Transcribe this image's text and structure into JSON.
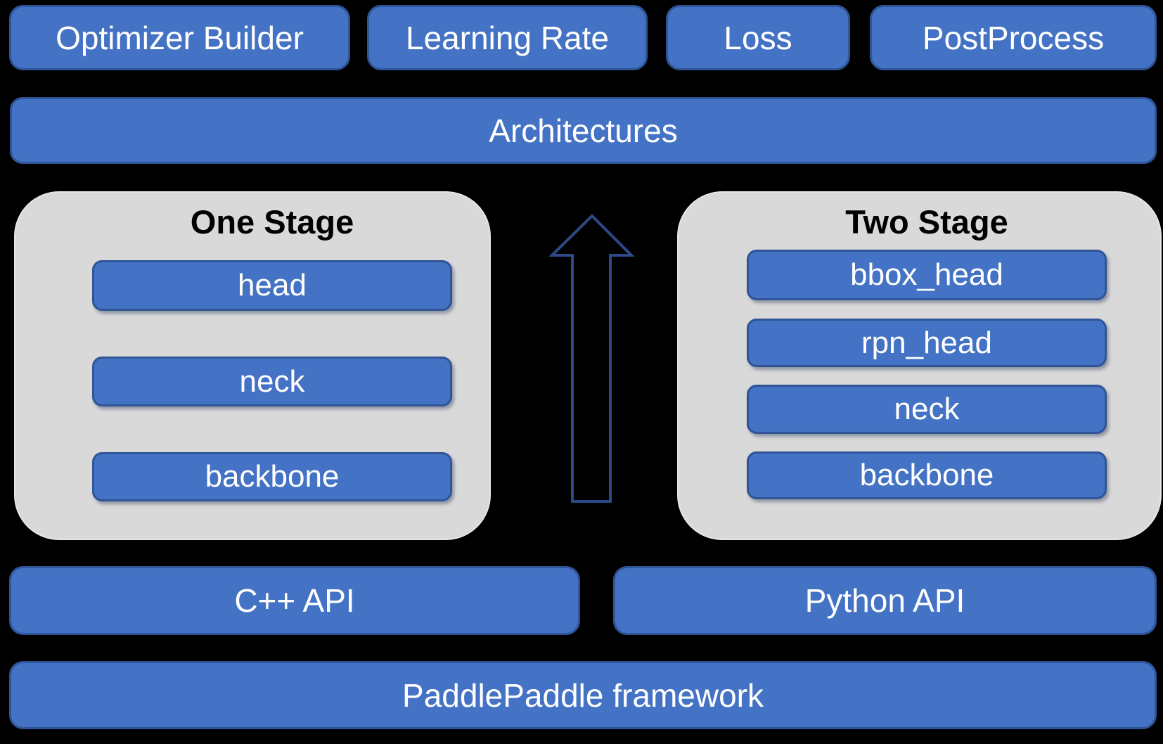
{
  "colors": {
    "background": "#000000",
    "box_fill": "#4472C4",
    "box_border": "#2F5597",
    "panel_fill": "#D9D9D9",
    "panel_border": "#E6E6E6",
    "arrow_stroke": "#2B4A87",
    "label_text": "#FFFFFF",
    "title_text": "#000000"
  },
  "top_row": {
    "items": [
      {
        "label": "Optimizer Builder"
      },
      {
        "label": "Learning Rate"
      },
      {
        "label": "Loss"
      },
      {
        "label": "PostProcess"
      }
    ]
  },
  "architectures": {
    "label": "Architectures"
  },
  "panels": {
    "one_stage": {
      "title": "One Stage",
      "boxes": [
        "head",
        "neck",
        "backbone"
      ]
    },
    "two_stage": {
      "title": "Two Stage",
      "boxes": [
        "bbox_head",
        "rpn_head",
        "neck",
        "backbone"
      ]
    }
  },
  "arrow": {
    "icon": "up-arrow"
  },
  "api_row": {
    "cpp_label": "C++ API",
    "python_label": "Python API"
  },
  "framework": {
    "label": "PaddlePaddle framework"
  }
}
